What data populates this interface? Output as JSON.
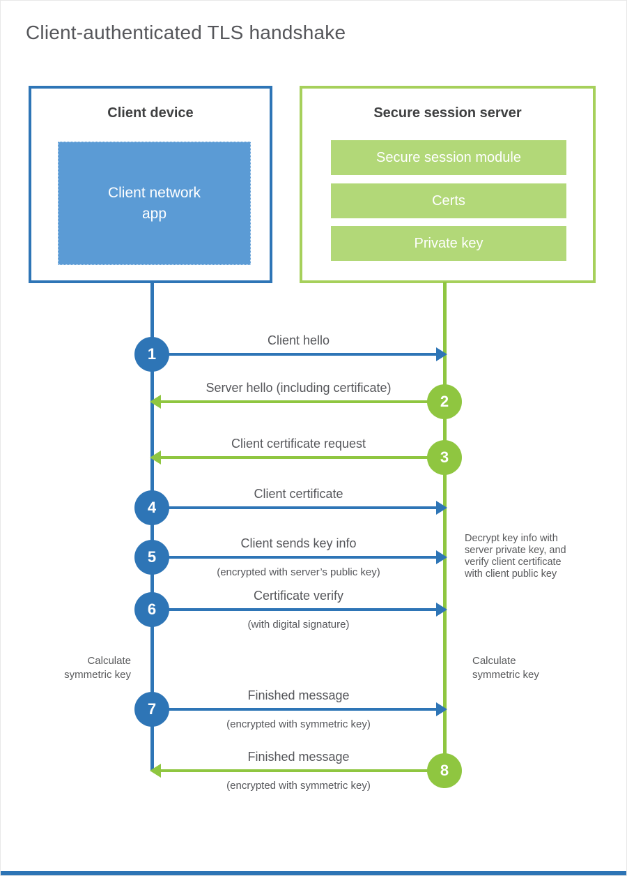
{
  "title": "Client-authenticated TLS handshake",
  "colors": {
    "blue_accent": "#2e75b6",
    "blue_fill": "#5b9bd5",
    "green_accent": "#8fc640",
    "green_fill": "#b2d878",
    "green_border": "#a6d05b",
    "heading_text": "#3f4041",
    "body_text": "#55565a"
  },
  "client": {
    "title": "Client device",
    "app_label": "Client network\napp"
  },
  "server": {
    "title": "Secure session server",
    "modules": [
      "Secure session module",
      "Certs",
      "Private key"
    ]
  },
  "steps": [
    {
      "num": "1",
      "label": "Client hello",
      "sub": "",
      "direction": "right",
      "color": "blue"
    },
    {
      "num": "2",
      "label": "Server hello (including certificate)",
      "sub": "",
      "direction": "left",
      "color": "green"
    },
    {
      "num": "3",
      "label": "Client certificate request",
      "sub": "",
      "direction": "left",
      "color": "green"
    },
    {
      "num": "4",
      "label": "Client certificate",
      "sub": "",
      "direction": "right",
      "color": "blue"
    },
    {
      "num": "5",
      "label": "Client sends key info",
      "sub": "(encrypted with server’s public key)",
      "direction": "right",
      "color": "blue"
    },
    {
      "num": "6",
      "label": "Certificate verify",
      "sub": "(with digital signature)",
      "direction": "right",
      "color": "blue"
    },
    {
      "num": "7",
      "label": "Finished message",
      "sub": "(encrypted with symmetric key)",
      "direction": "right",
      "color": "blue"
    },
    {
      "num": "8",
      "label": "Finished message",
      "sub": "(encrypted with symmetric key)",
      "direction": "left",
      "color": "green"
    }
  ],
  "notes": {
    "decrypt": "Decrypt key info with\nserver private key, and\nverify client certificate\nwith client public key",
    "calc_left": "Calculate\nsymmetric key",
    "calc_right": "Calculate\nsymmetric key"
  }
}
